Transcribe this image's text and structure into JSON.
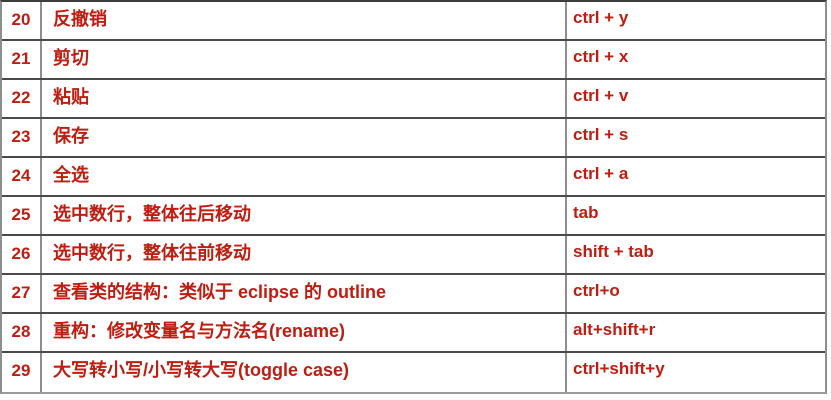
{
  "colors": {
    "text_red": "#bf1d11",
    "horizontal_border": "#4a4a4a",
    "vertical_border": "#8e8e8e",
    "background": "#ffffff"
  },
  "table": {
    "columns": [
      "number",
      "description",
      "keys"
    ],
    "rows": [
      {
        "num": "20",
        "desc": "反撤销",
        "keys": "ctrl + y"
      },
      {
        "num": "21",
        "desc": "剪切",
        "keys": "ctrl + x"
      },
      {
        "num": "22",
        "desc": "粘贴",
        "keys": "ctrl + v"
      },
      {
        "num": "23",
        "desc": "保存",
        "keys": "ctrl + s"
      },
      {
        "num": "24",
        "desc": "全选",
        "keys": "ctrl + a"
      },
      {
        "num": "25",
        "desc": "选中数行，整体往后移动",
        "keys": "tab"
      },
      {
        "num": "26",
        "desc": "选中数行，整体往前移动",
        "keys": "shift + tab"
      },
      {
        "num": "27",
        "desc": "查看类的结构：类似于 eclipse 的 outline",
        "keys": "ctrl+o"
      },
      {
        "num": "28",
        "desc": "重构：修改变量名与方法名(rename)",
        "keys": "alt+shift+r"
      },
      {
        "num": "29",
        "desc": "大写转小写/小写转大写(toggle case)",
        "keys": "ctrl+shift+y"
      }
    ]
  }
}
